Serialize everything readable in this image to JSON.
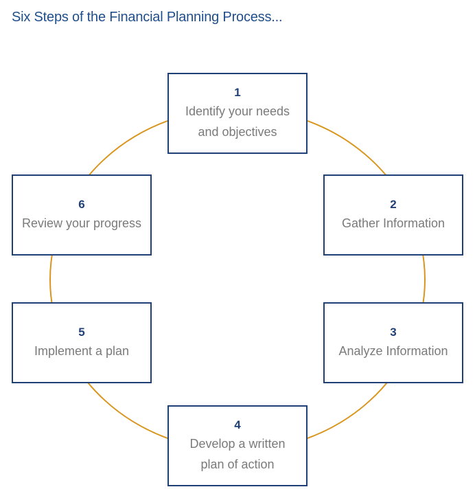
{
  "title": "Six Steps of the Financial Planning Process...",
  "colors": {
    "title": "#1f4e8c",
    "box_border": "#1f3f77",
    "step_number": "#1f3f77",
    "step_text": "#7a7a7a",
    "cycle_ring": "#d9961e"
  },
  "steps": [
    {
      "number": "1",
      "label": "Identify your needs\nand objectives"
    },
    {
      "number": "2",
      "label": "Gather Information"
    },
    {
      "number": "3",
      "label": "Analyze Information"
    },
    {
      "number": "4",
      "label": "Develop a written\nplan of action"
    },
    {
      "number": "5",
      "label": "Implement a plan"
    },
    {
      "number": "6",
      "label": "Review your progress"
    }
  ]
}
